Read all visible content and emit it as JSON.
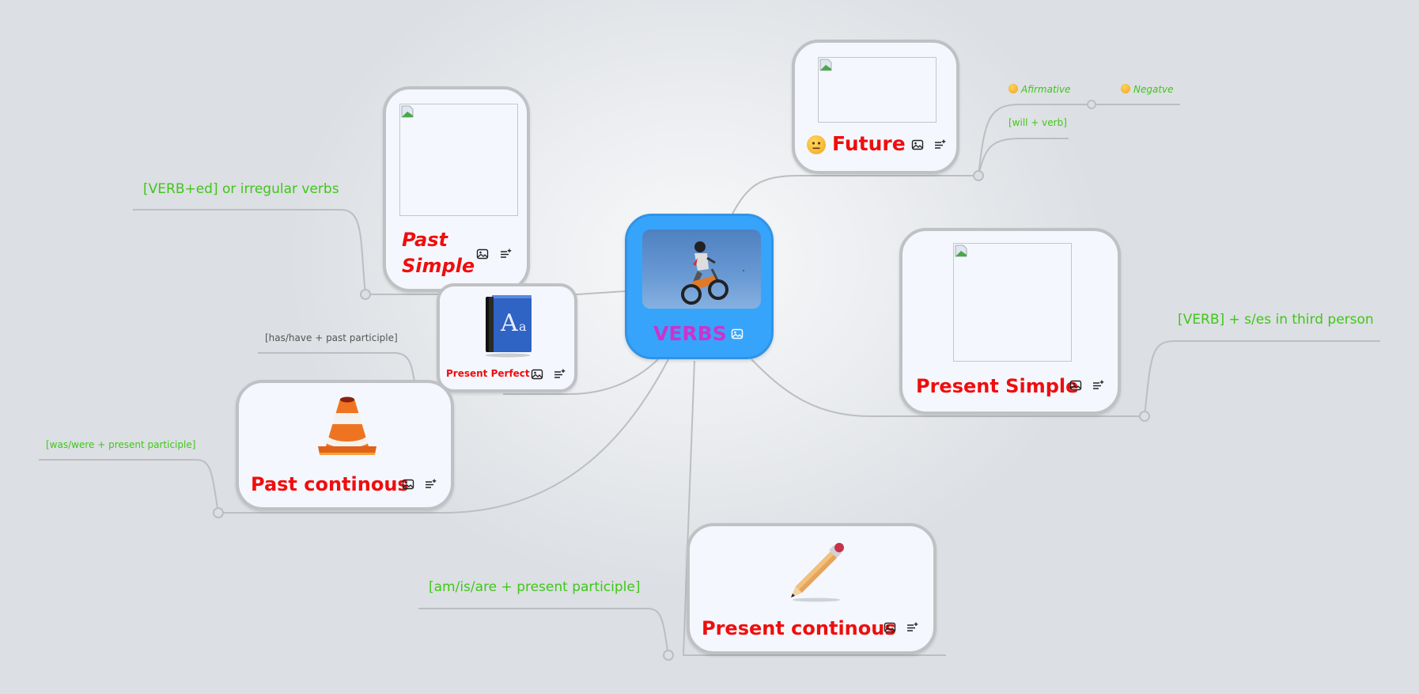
{
  "central": {
    "title": "VERBS",
    "image": "motocross-rider-photo",
    "icons": [
      "image-icon"
    ]
  },
  "nodes": {
    "future": {
      "title": "Future",
      "emoji": "neutral-face",
      "image": "broken-image",
      "icons": [
        "image-icon",
        "add-note-icon"
      ]
    },
    "past_simple": {
      "title_line1": "Past",
      "title_line2": "Simple",
      "image": "broken-image",
      "icons": [
        "image-icon",
        "add-note-icon"
      ]
    },
    "present_perfect": {
      "title": "Present Perfect",
      "image": "dictionary-book",
      "icons": [
        "image-icon",
        "add-note-icon"
      ]
    },
    "past_continuous": {
      "title": "Past continous",
      "image": "traffic-cone",
      "icons": [
        "image-icon",
        "add-note-icon"
      ]
    },
    "present_simple": {
      "title": "Present Simple",
      "image": "broken-image",
      "icons": [
        "image-icon",
        "add-note-icon"
      ]
    },
    "present_continuous": {
      "title": "Present continous",
      "image": "pencil",
      "icons": [
        "image-icon",
        "add-note-icon"
      ]
    }
  },
  "subtopics": {
    "future_affirmative": "Afirmative",
    "future_negative": "Negatve",
    "future_rule": "[will + verb]",
    "past_simple_rule": "[VERB+ed] or irregular verbs",
    "present_perfect_rule": "[has/have + past participle]",
    "past_continuous_rule": "[was/were + present participle]",
    "present_simple_rule": "[VERB] + s/es in third person",
    "present_continuous_rule": "[am/is/are + present participle]"
  },
  "colors": {
    "central_fill": "#37a4fb",
    "central_title": "#cc33cc",
    "node_title": "#f00d0d",
    "node_fill": "#f4f8fe",
    "node_border": "#bfc1c4",
    "subtopic_text": "#3fc71a",
    "connector": "#bcbec2",
    "background": "#dcdfe3"
  }
}
